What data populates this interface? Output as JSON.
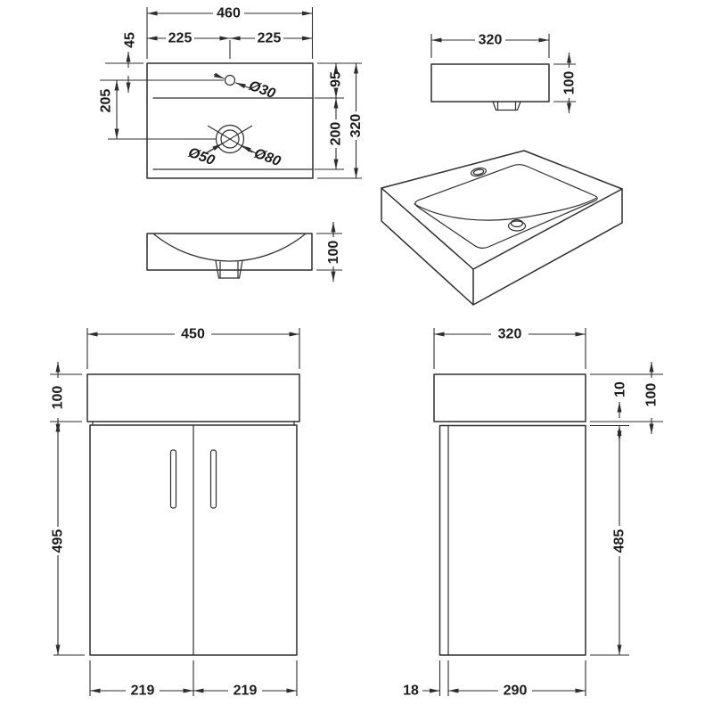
{
  "drawing": {
    "type": "technical-dimension-drawing",
    "subject": "basin and vanity unit",
    "units": "mm",
    "colors": {
      "line": "#2e2e2e",
      "text": "#1c1c1c",
      "background": "#ffffff"
    },
    "views": {
      "basin_top": {
        "overall_width": "460",
        "left_half": "225",
        "right_half": "225",
        "tap_setback": "45",
        "tap_to_drain": "205",
        "top_to_bowl": "95",
        "bowl_length": "200",
        "overall_depth": "320",
        "tap_hole": "Ø30",
        "waste_hole": "Ø50",
        "overflow_hole": "Ø80"
      },
      "basin_side": {
        "width": "320",
        "height": "100"
      },
      "basin_front": {
        "height": "100"
      },
      "vanity_front": {
        "width": "450",
        "basin_height": "100",
        "cabinet_height": "495",
        "left_door": "219",
        "right_door": "219"
      },
      "vanity_side": {
        "depth": "320",
        "top_gap": "10",
        "basin_height": "100",
        "door_height": "485",
        "door_thickness": "18",
        "carcass_depth": "290"
      }
    }
  }
}
